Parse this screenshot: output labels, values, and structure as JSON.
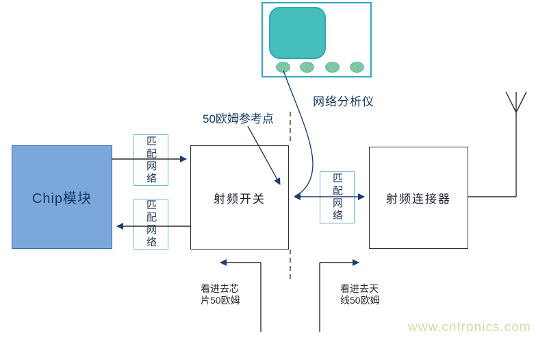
{
  "diagram": {
    "analyzer": {
      "label": "网络分析仪"
    },
    "reference_point": {
      "label": "50欧姆参考点"
    },
    "nodes": [
      {
        "id": "chip-module",
        "label": "Chip模块"
      },
      {
        "id": "rf-switch",
        "label": "射频开关"
      },
      {
        "id": "rf-connector",
        "label": "射频连接器"
      }
    ],
    "matching_networks": [
      "匹配网络",
      "匹配网络",
      "匹配网络"
    ],
    "probes": {
      "chip": {
        "text": "看进去芯片50欧姆"
      },
      "antenna": {
        "text": "看进去天线50欧姆"
      }
    }
  },
  "watermark": {
    "text": "www.cntronics.com"
  },
  "colors": {
    "arrow_navy": "#1e3c6e",
    "line_dark": "#2b2b2b",
    "analyzer_border": "#35a4c8",
    "analyzer_screen_fill": "#46bebe",
    "analyzer_button_fill": "#7ec8a4",
    "chip_fill": "#7ba7db",
    "chip_border": "#3a6ba8",
    "matching_network_border": "#74b0cc",
    "watermark_color": "#cbe0a2"
  }
}
